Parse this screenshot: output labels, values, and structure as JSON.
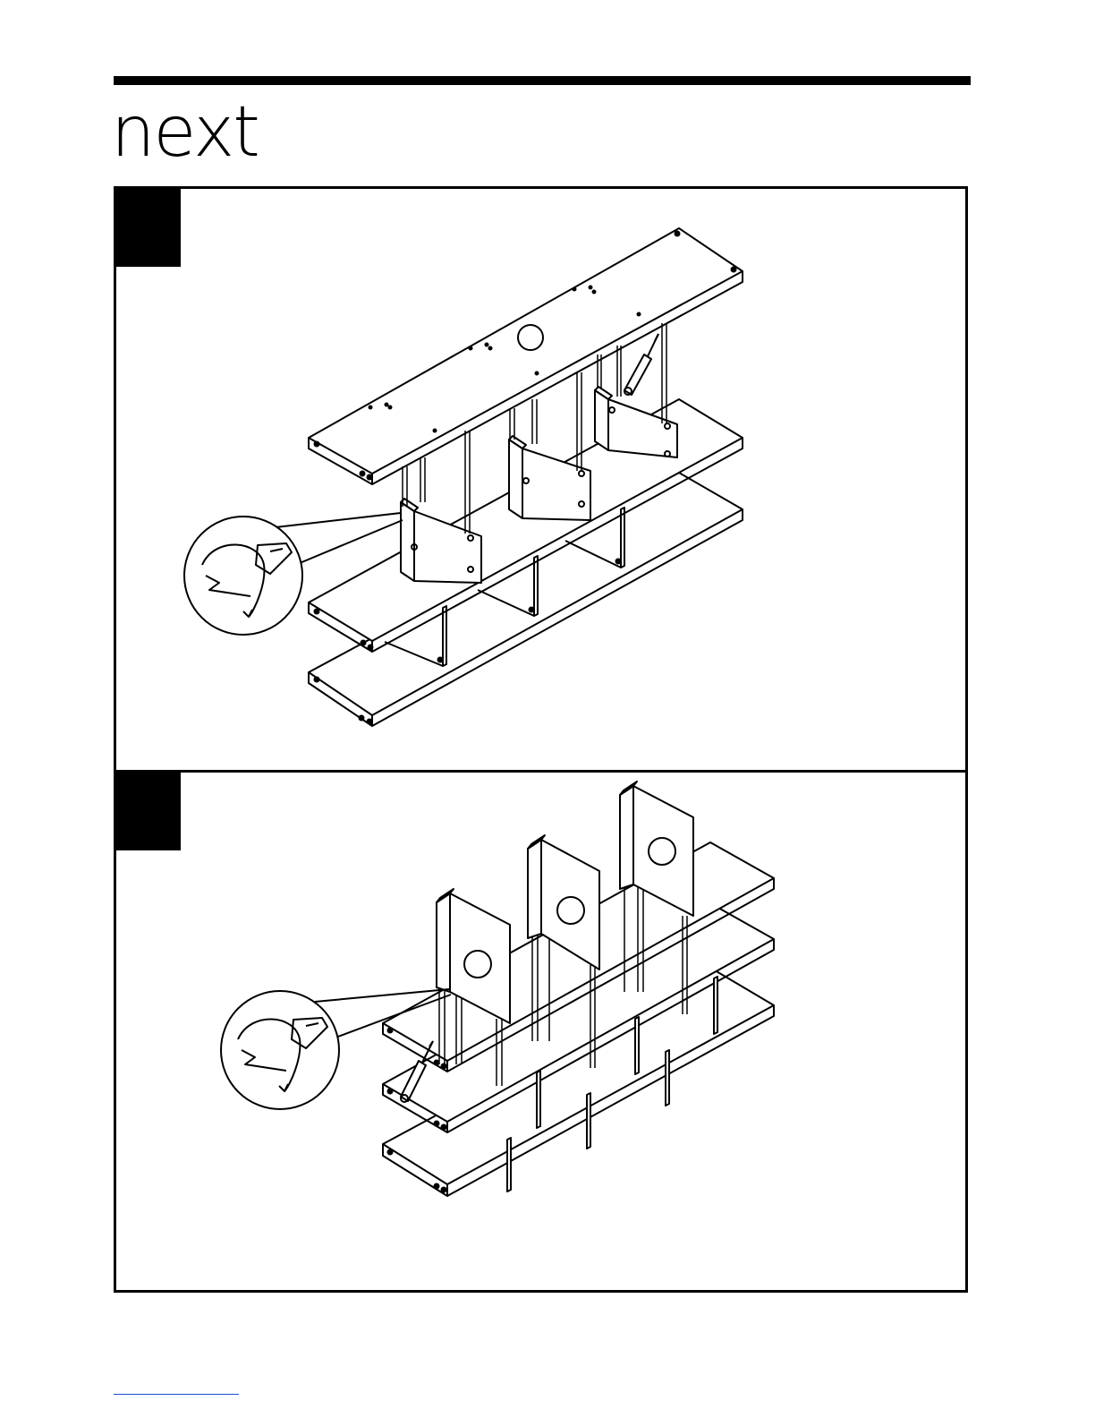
{
  "brand": {
    "name": "next"
  },
  "steps": [
    {
      "number": "",
      "illustration": "mount-top-panel-onto-dividers"
    },
    {
      "number": "",
      "illustration": "insert-dividers-into-shelves"
    }
  ],
  "icons": {
    "detail_callout": "dowel-twist-detail-icon",
    "glue": "glue-bottle-icon"
  },
  "colors": {
    "ink": "#000000",
    "paper": "#ffffff",
    "footer_rule": "#1a4dd0"
  }
}
